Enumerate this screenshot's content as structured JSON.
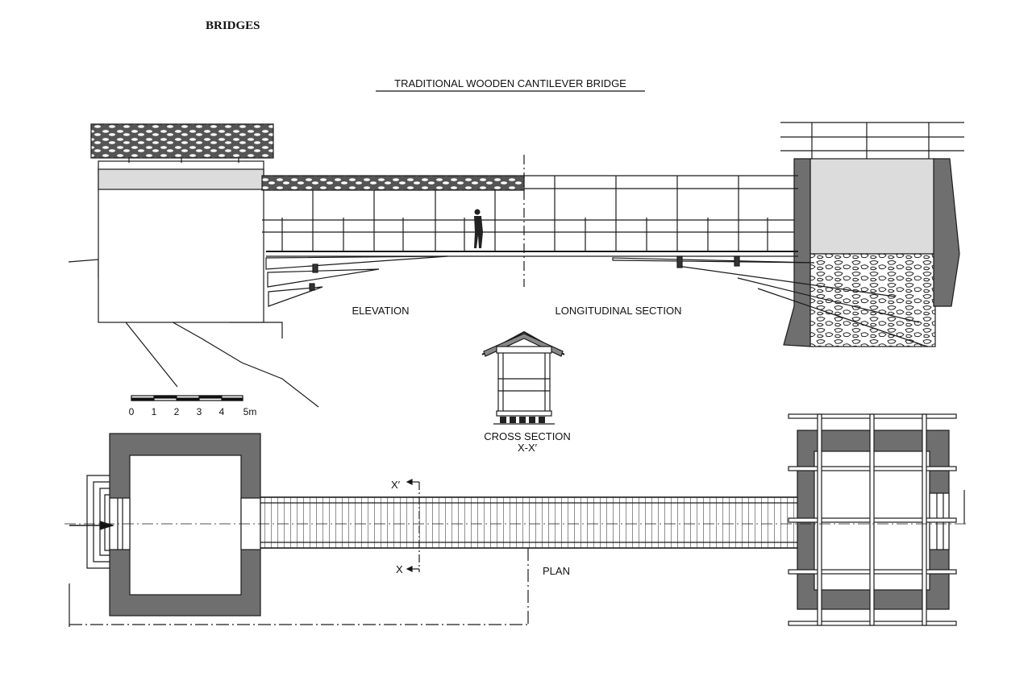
{
  "header": {
    "section_title": "BRIDGES"
  },
  "drawing": {
    "title": "TRADITIONAL WOODEN CANTILEVER BRIDGE",
    "views": {
      "elevation": "ELEVATION",
      "longitudinal_section": "LONGITUDINAL SECTION",
      "cross_section": "CROSS SECTION",
      "cross_section_ref": "X-X′",
      "plan": "PLAN"
    },
    "section_markers": {
      "top": "X′",
      "bottom": "X"
    },
    "scale_bar": {
      "ticks": [
        "0",
        "1",
        "2",
        "3",
        "4",
        "5m"
      ]
    }
  },
  "colors": {
    "ink": "#1a1a1a",
    "masonry_fill": "#6f6f6f",
    "wall_fill": "#dcdcdc",
    "background": "#ffffff"
  }
}
